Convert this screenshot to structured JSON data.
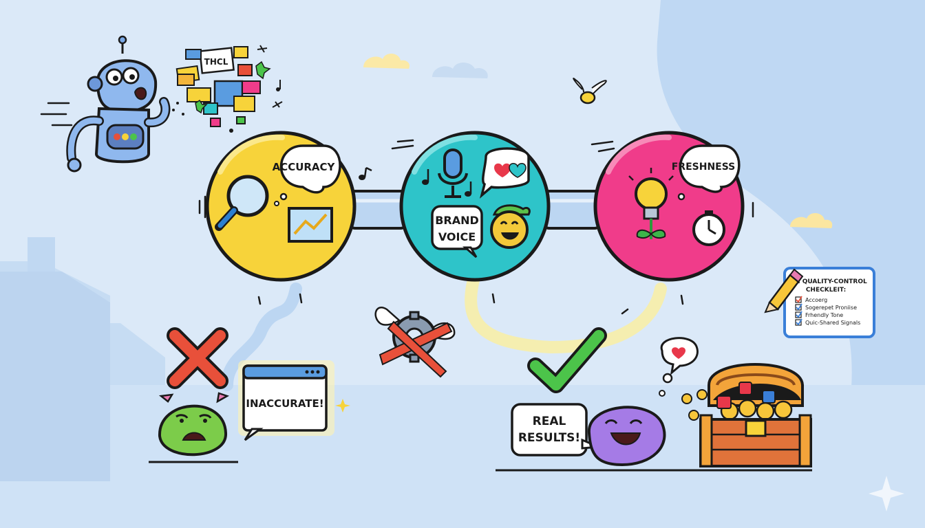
{
  "stages": [
    {
      "label": "ACCURACY",
      "color": "#f7d33a"
    },
    {
      "label_line1": "BRAND",
      "label_line2": "VOICE",
      "color": "#2ec4c9"
    },
    {
      "label": "FRESHNESS",
      "color": "#f03c8a"
    }
  ],
  "outcomes": {
    "bad": {
      "label": "INACCURATE!",
      "color": "#e8503a"
    },
    "good": {
      "label_line1": "REAL",
      "label_line2": "RESULTS!",
      "color": "#4cc44a"
    }
  },
  "checklist": {
    "title_line1": "AI QUALITY-CONTROL",
    "title_line2": "CHECKLEIT:",
    "items": [
      "Accoerg",
      "Sogerepet Proniise",
      "Frhendly Tone",
      "Quic-Shared Signals"
    ]
  },
  "robot_note": "THCL",
  "colors": {
    "background": "#dbe9f8",
    "outline": "#1a1a1a",
    "connector": "#bcd6f2",
    "path_yellow": "#f5eeb0"
  }
}
